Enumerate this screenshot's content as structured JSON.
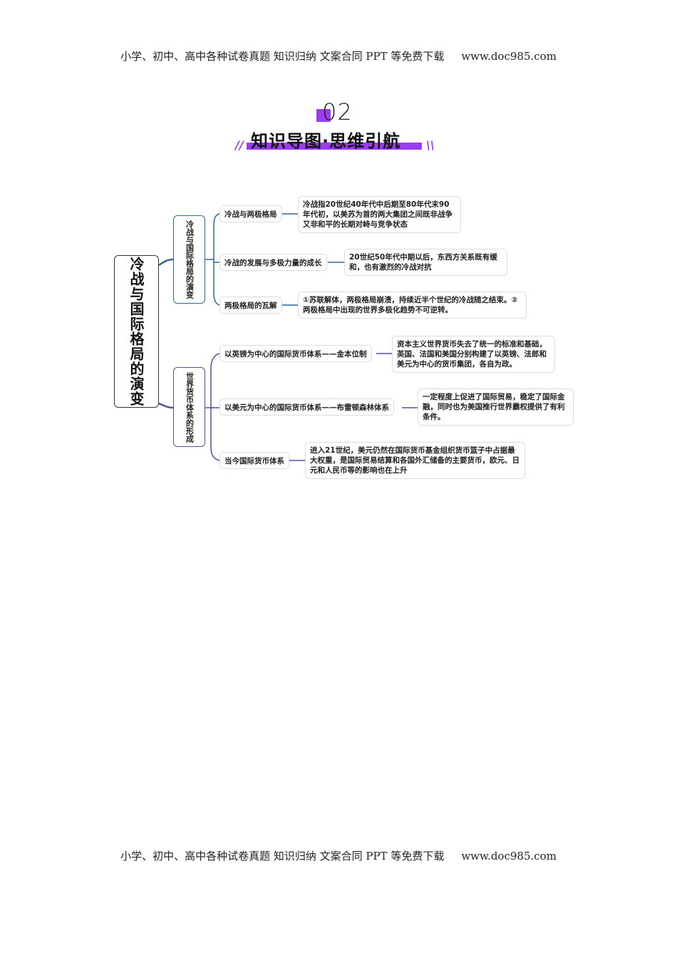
{
  "banner": {
    "text": "小学、初中、高中各种试卷真题  知识归纳  文案合同  PPT 等免费下载",
    "url": "www.doc985.com"
  },
  "header": {
    "number": "02",
    "title": "知识导图·思维引航",
    "accent_color": "#9b3cf0"
  },
  "mindmap": {
    "root": "冷战与国际格局的演变",
    "branches": [
      {
        "label": "冷战与国际格局的演变",
        "color": "#2b6a9a",
        "topics": [
          {
            "label": "冷战与两极格局",
            "detail": "冷战指20世纪40年代中后期至80年代末90年代初，以美苏为首的两大集团之间既非战争又非和平的长期对峙与竞争状态"
          },
          {
            "label": "冷战的发展与多极力量的成长",
            "detail": "20世纪50年代中期以后，东西方关系既有缓和，也有激烈的冷战对抗"
          },
          {
            "label": "两极格局的瓦解",
            "detail": "①苏联解体，两极格局崩溃，持续近半个世纪的冷战随之结束。②两极格局中出现的世界多极化趋势不可逆转。"
          }
        ]
      },
      {
        "label": "世界货币体系的形成",
        "color": "#5a4e9a",
        "topics": [
          {
            "label": "以英镑为中心的国际货币体系——金本位制",
            "detail": "资本主义世界货币失去了统一的标准和基础，英国、法国和美国分别构建了以英镑、法郎和美元为中心的货币集团，各自为政。"
          },
          {
            "label": "以美元为中心的国际货币体系——布雷顿森林体系",
            "detail": "一定程度上促进了国际贸易，稳定了国际金融，同时也为美国推行世界霸权提供了有利条件。"
          },
          {
            "label": "当今国际货币体系",
            "detail": "进入21世纪，美元仍然在国际货币基金组织货币篮子中占据最大权重，是国际贸易结算和各国外汇储备的主要货币，欧元、日元和人民币等的影响也在上升"
          }
        ]
      }
    ]
  }
}
